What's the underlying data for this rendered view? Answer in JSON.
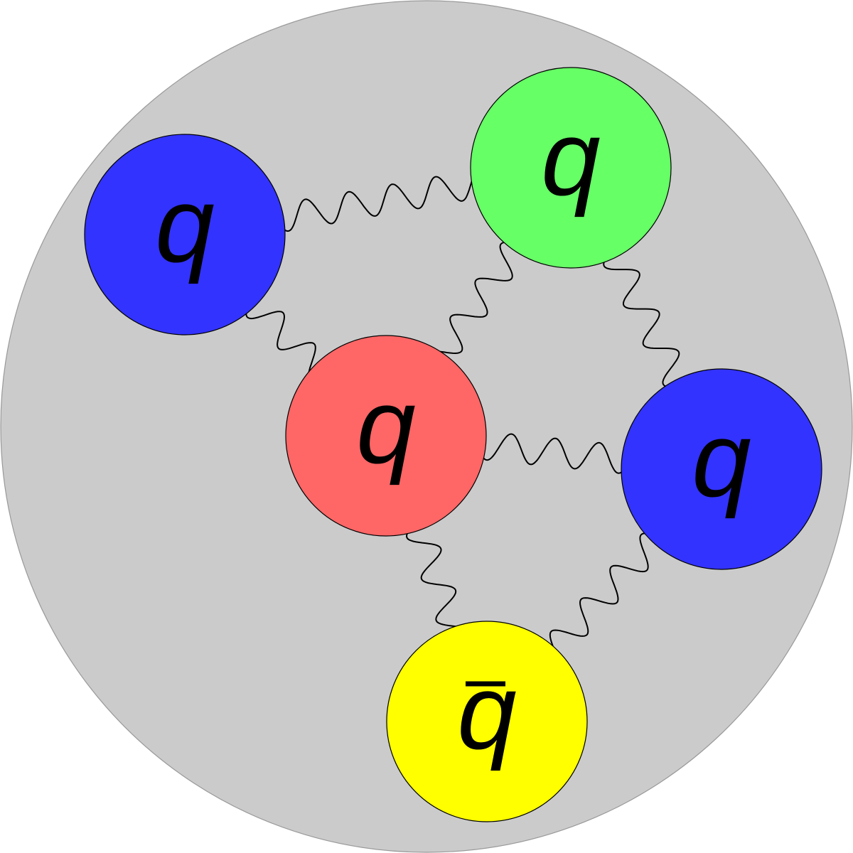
{
  "diagram": {
    "background_color": "#cbcbcb",
    "quarks": [
      {
        "id": "q1",
        "label": "q",
        "antiquark": false,
        "color": "#3333ff"
      },
      {
        "id": "q2",
        "label": "q",
        "antiquark": false,
        "color": "#66ff66"
      },
      {
        "id": "q3",
        "label": "q",
        "antiquark": false,
        "color": "#ff6666"
      },
      {
        "id": "q4",
        "label": "q",
        "antiquark": false,
        "color": "#3333ff"
      },
      {
        "id": "q5",
        "label": "q",
        "antiquark": true,
        "color": "#ffff00"
      }
    ],
    "gluons": [
      {
        "from": "q1",
        "to": "q2"
      },
      {
        "from": "q1",
        "to": "q3"
      },
      {
        "from": "q2",
        "to": "q3"
      },
      {
        "from": "q2",
        "to": "q4"
      },
      {
        "from": "q3",
        "to": "q4"
      },
      {
        "from": "q3",
        "to": "q5"
      },
      {
        "from": "q4",
        "to": "q5"
      }
    ]
  }
}
